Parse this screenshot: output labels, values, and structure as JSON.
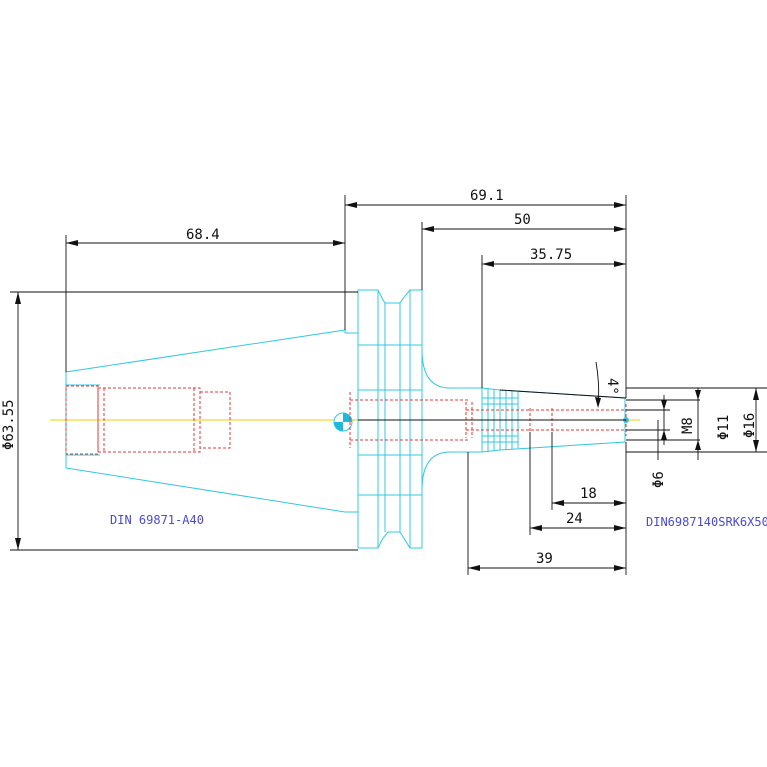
{
  "colors": {
    "outline": "#32c8e0",
    "hidden": "#e23a3a",
    "dimension": "#111111",
    "label": "#4a4ad8",
    "centerline": "#f0d000",
    "background": "#ffffff"
  },
  "labels": {
    "left_standard": "DIN 69871-A40",
    "right_standard": "DIN6987140SRK6X50"
  },
  "dimensions": {
    "d_69_1": "69.1",
    "d_68_4": "68.4",
    "d_50": "50",
    "d_35_75": "35.75",
    "d_18": "18",
    "d_24": "24",
    "d_39": "39",
    "angle": "4°",
    "phi_63_55": "Φ63.55",
    "m8": "M8",
    "phi_11": "Φ11",
    "phi_16": "Φ16",
    "phi_6": "Φ6"
  }
}
